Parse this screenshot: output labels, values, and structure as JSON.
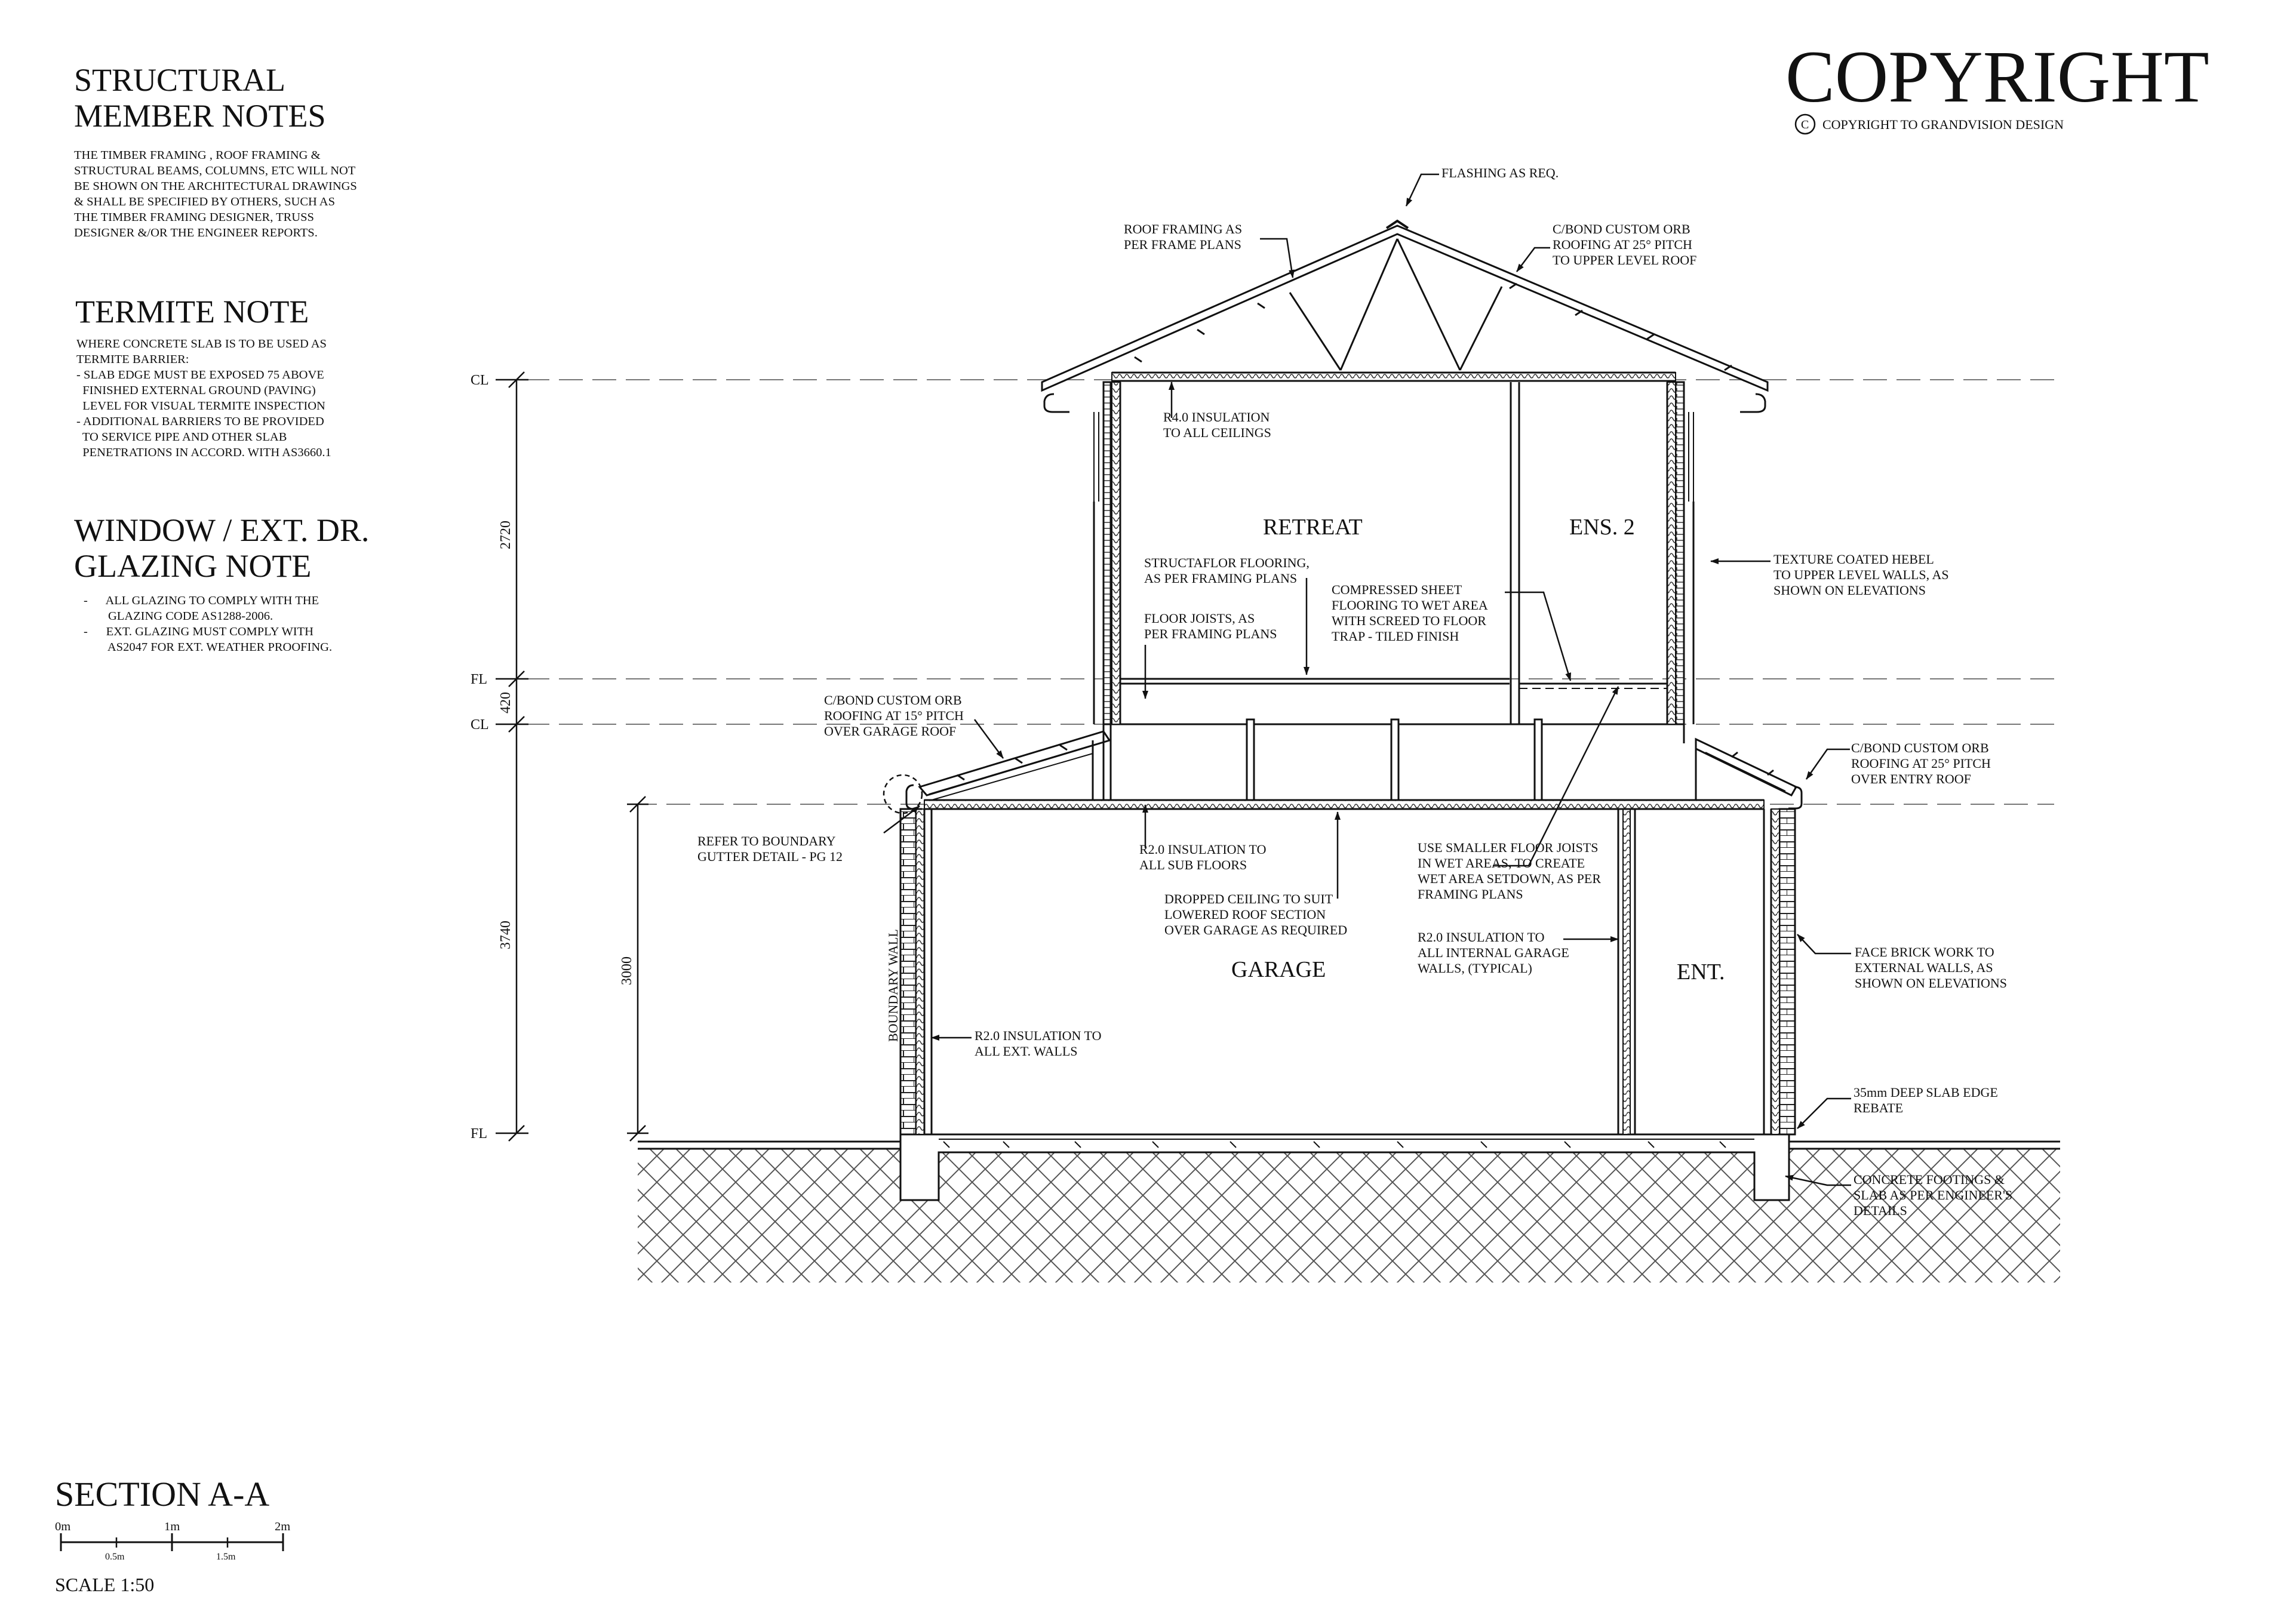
{
  "title_block": {
    "copyright_title": "COPYRIGHT",
    "copyright_symbol": "C",
    "copyright_sub": "COPYRIGHT TO GRANDVISION DESIGN"
  },
  "notes": {
    "structural": {
      "heading": [
        "STRUCTURAL",
        "MEMBER NOTES"
      ],
      "lines": [
        "THE TIMBER FRAMING , ROOF FRAMING &",
        "STRUCTURAL BEAMS, COLUMNS, ETC WILL NOT",
        "BE SHOWN ON THE ARCHITECTURAL DRAWINGS",
        "& SHALL BE SPECIFIED BY OTHERS, SUCH AS",
        "THE TIMBER FRAMING DESIGNER, TRUSS",
        "DESIGNER &/OR THE ENGINEER REPORTS."
      ]
    },
    "termite": {
      "heading": [
        "TERMITE NOTE"
      ],
      "lines": [
        "WHERE CONCRETE SLAB IS TO BE USED AS",
        "TERMITE BARRIER:",
        "- SLAB EDGE MUST BE EXPOSED 75 ABOVE",
        "  FINISHED EXTERNAL GROUND (PAVING)",
        "  LEVEL FOR VISUAL TERMITE INSPECTION",
        "- ADDITIONAL BARRIERS TO BE PROVIDED",
        "  TO SERVICE PIPE AND OTHER SLAB",
        "  PENETRATIONS IN ACCORD. WITH AS3660.1"
      ]
    },
    "glazing": {
      "heading": [
        "WINDOW / EXT. DR.",
        "GLAZING NOTE"
      ],
      "lines": [
        "-      ALL GLAZING TO COMPLY WITH THE",
        "        GLAZING CODE AS1288-2006.",
        "-      EXT. GLAZING MUST COMPLY WITH",
        "        AS2047 FOR EXT. WEATHER PROOFING."
      ]
    }
  },
  "section": {
    "title": "SECTION A-A",
    "scale_text": "SCALE 1:50",
    "scale_major": [
      "0m",
      "1m",
      "2m"
    ],
    "scale_minor": [
      "0.5m",
      "1.5m"
    ]
  },
  "levels": {
    "cl_upper": "CL",
    "fl_upper": "FL",
    "cl_lower": "CL",
    "fl_ground": "FL"
  },
  "dimensions": {
    "d2720": "2720",
    "d420": "420",
    "d3740": "3740",
    "d3000": "3000"
  },
  "rooms": {
    "retreat": "RETREAT",
    "ens2": "ENS. 2",
    "garage": "GARAGE",
    "ent": "ENT.",
    "boundary_wall": "BOUNDARY WALL"
  },
  "annotations": [
    {
      "id": "flashing",
      "lines": [
        "FLASHING AS REQ."
      ]
    },
    {
      "id": "roof-framing",
      "lines": [
        "ROOF FRAMING AS",
        "PER FRAME PLANS"
      ]
    },
    {
      "id": "cbond-upper",
      "lines": [
        "C/BOND CUSTOM ORB",
        "ROOFING AT 25° PITCH",
        "TO UPPER LEVEL ROOF"
      ]
    },
    {
      "id": "r40",
      "lines": [
        "R4.0 INSULATION",
        "TO ALL CEILINGS"
      ]
    },
    {
      "id": "structaflor",
      "lines": [
        "STRUCTAFLOR FLOORING,",
        "AS PER FRAMING PLANS"
      ]
    },
    {
      "id": "compressed",
      "lines": [
        "COMPRESSED SHEET",
        "FLOORING TO WET AREA",
        "WITH SCREED TO FLOOR",
        "TRAP - TILED FINISH"
      ]
    },
    {
      "id": "floor-joists",
      "lines": [
        "FLOOR JOISTS, AS",
        "PER FRAMING PLANS"
      ]
    },
    {
      "id": "hebel",
      "lines": [
        "TEXTURE COATED HEBEL",
        "TO UPPER LEVEL WALLS, AS",
        "SHOWN ON ELEVATIONS"
      ]
    },
    {
      "id": "cbond-garage",
      "lines": [
        "C/BOND CUSTOM ORB",
        "ROOFING AT 15° PITCH",
        "OVER GARAGE ROOF"
      ]
    },
    {
      "id": "cbond-entry",
      "lines": [
        "C/BOND CUSTOM ORB",
        "ROOFING AT 25° PITCH",
        "OVER ENTRY ROOF"
      ]
    },
    {
      "id": "gutter",
      "lines": [
        "REFER TO BOUNDARY",
        "GUTTER DETAIL - PG 12"
      ]
    },
    {
      "id": "r20-sub",
      "lines": [
        "R2.0 INSULATION TO",
        "ALL SUB FLOORS"
      ]
    },
    {
      "id": "dropped",
      "lines": [
        "DROPPED CEILING TO SUIT",
        "LOWERED ROOF SECTION",
        "OVER GARAGE AS REQUIRED"
      ]
    },
    {
      "id": "smaller-joists",
      "lines": [
        "USE SMALLER FLOOR JOISTS",
        "IN WET AREAS, TO CREATE",
        "WET AREA SETDOWN, AS PER",
        "FRAMING PLANS"
      ]
    },
    {
      "id": "r20-internal",
      "lines": [
        "R2.0 INSULATION TO",
        "ALL INTERNAL GARAGE",
        "WALLS, (TYPICAL)"
      ]
    },
    {
      "id": "face-brick",
      "lines": [
        "FACE BRICK WORK TO",
        "EXTERNAL WALLS, AS",
        "SHOWN ON ELEVATIONS"
      ]
    },
    {
      "id": "r20-ext",
      "lines": [
        "R2.0 INSULATION TO",
        "ALL EXT. WALLS"
      ]
    },
    {
      "id": "slab-rebate",
      "lines": [
        "35mm DEEP SLAB EDGE",
        "REBATE"
      ]
    },
    {
      "id": "footings",
      "lines": [
        "CONCRETE FOOTINGS &",
        "SLAB AS PER ENGINEER'S",
        "DETAILS"
      ]
    }
  ]
}
